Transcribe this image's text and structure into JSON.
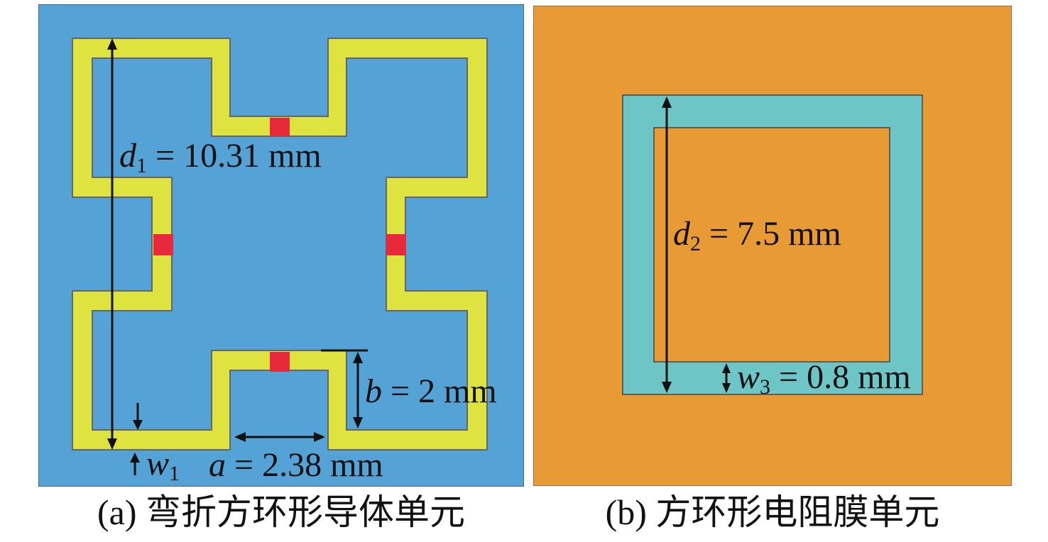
{
  "panel_a": {
    "colors": {
      "background": "#55a3d6",
      "trace": "#dfe340",
      "resistor": "#e8293c",
      "annotation": "#111111"
    },
    "labels": {
      "d1": {
        "var": "d",
        "sub": "1",
        "rest": " = 10.31 mm"
      },
      "b": {
        "var": "b",
        "sub": "",
        "rest": " = 2 mm"
      },
      "w1": {
        "var": "w",
        "sub": "1",
        "rest": ""
      },
      "a": {
        "var": "a",
        "sub": "",
        "rest": " = 2.38 mm"
      }
    },
    "caption": "(a) 弯折方环形导体单元"
  },
  "panel_b": {
    "colors": {
      "background": "#e89b35",
      "ring": "#6ec5c6",
      "annotation": "#111111"
    },
    "labels": {
      "d2": {
        "var": "d",
        "sub": "2",
        "rest": " = 7.5 mm"
      },
      "w3": {
        "var": "w",
        "sub": "3",
        "rest": " = 0.8 mm"
      }
    },
    "caption": "(b) 方环形电阻膜单元"
  }
}
